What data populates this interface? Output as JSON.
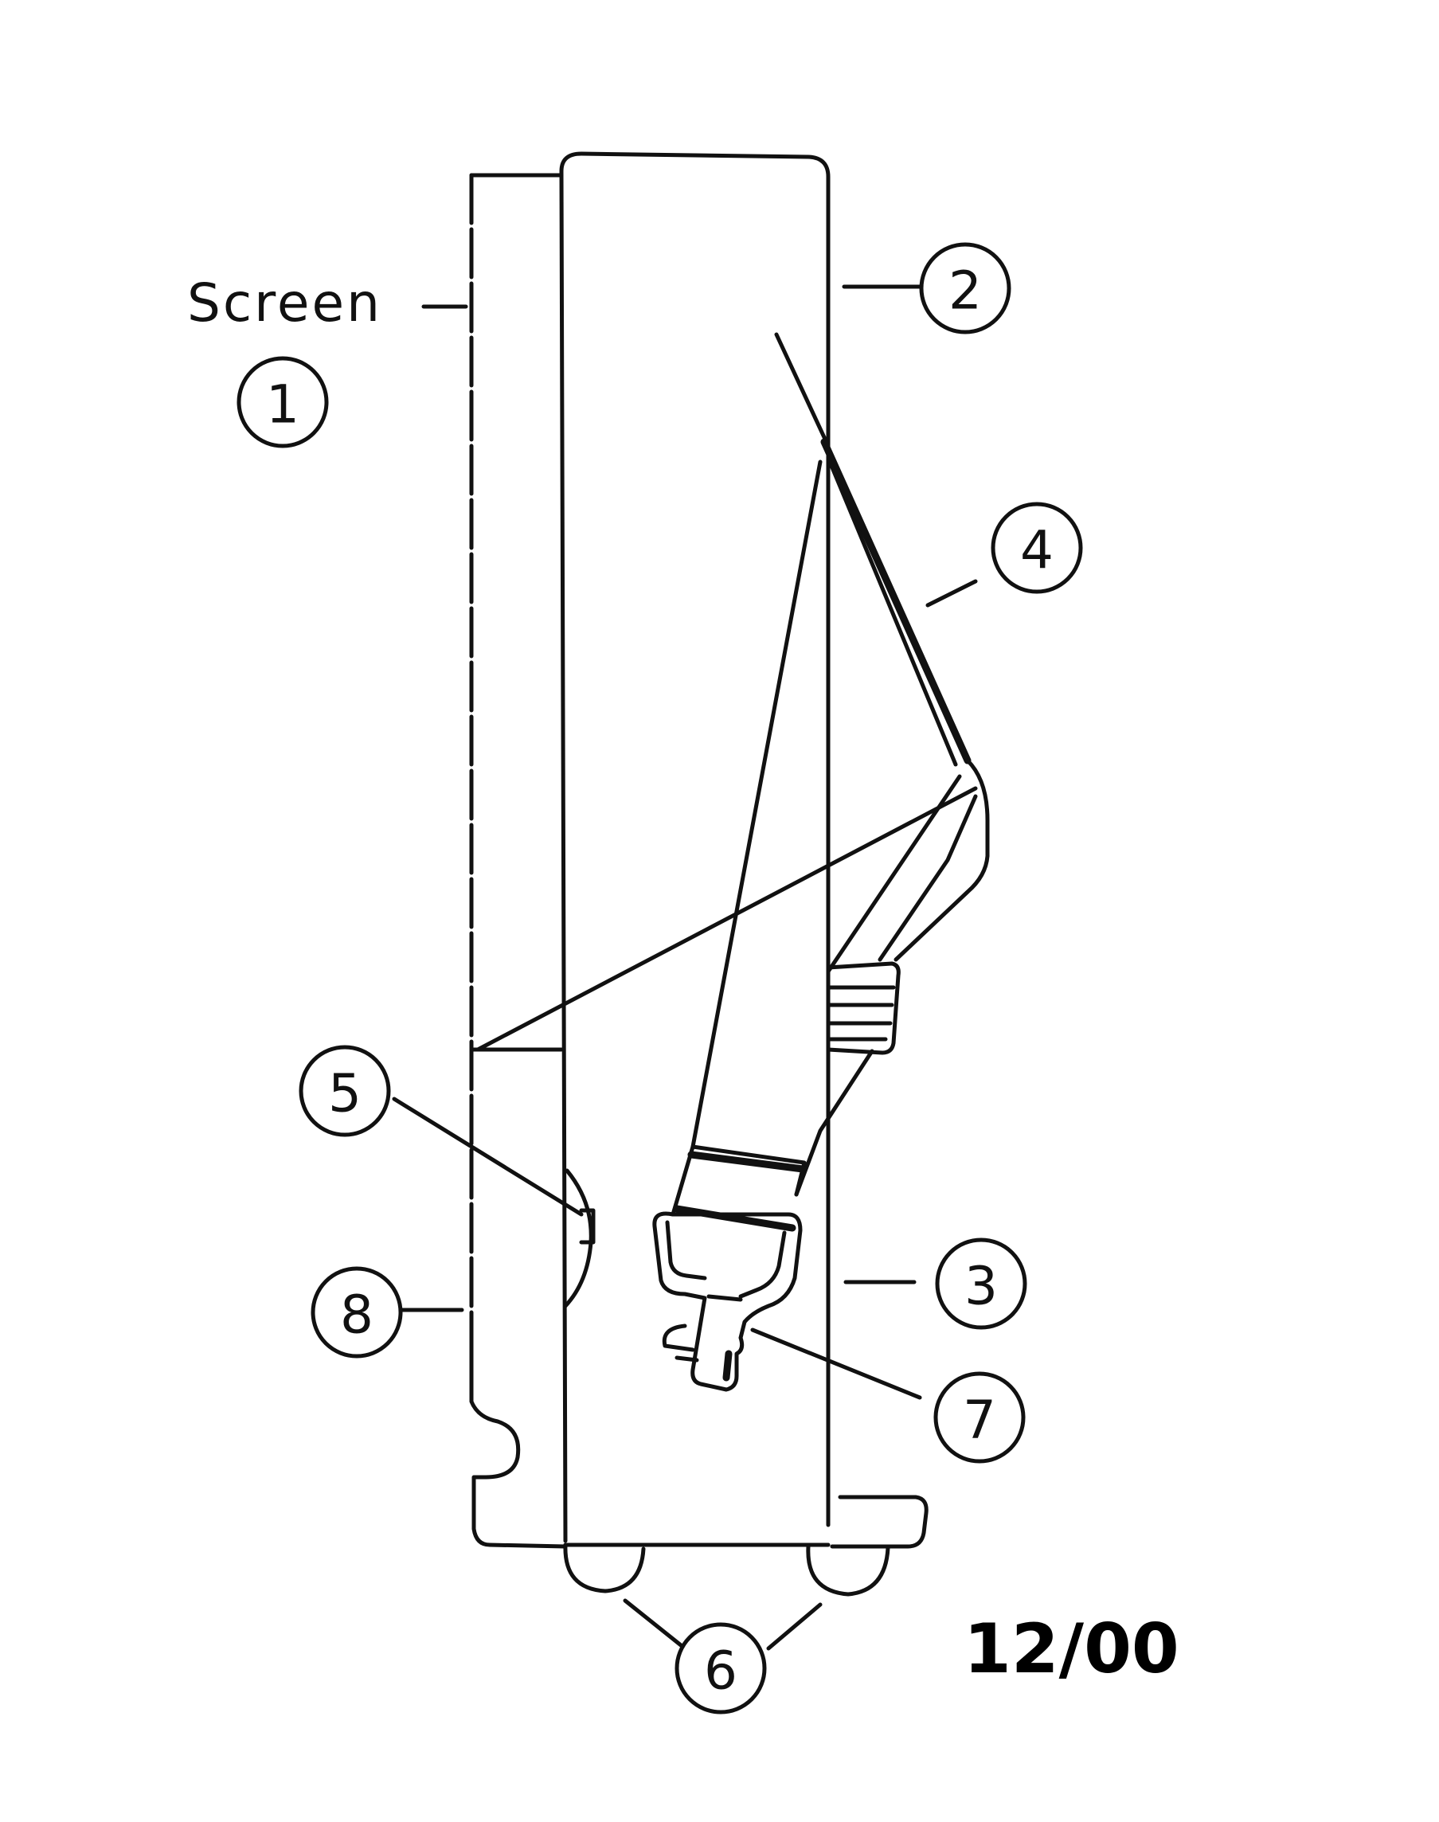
{
  "labels": {
    "screen": "Screen",
    "date": "12/00"
  },
  "callouts": {
    "c1": "1",
    "c2": "2",
    "c3": "3",
    "c4": "4",
    "c5": "5",
    "c6": "6",
    "c7": "7",
    "c8": "8"
  }
}
